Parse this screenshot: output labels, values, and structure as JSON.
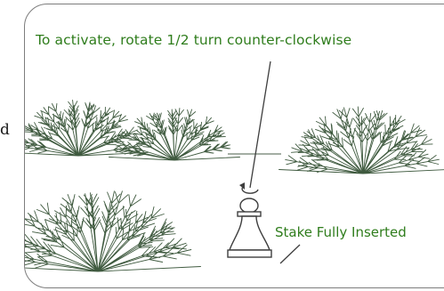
{
  "side_text": "d",
  "labels": {
    "activate": "To activate, rotate 1/2 turn counter-clockwise",
    "stake": "Stake Fully Inserted"
  },
  "icons": {
    "rotate_arrow": "counter-clockwise-arrow-icon",
    "stake": "stake-icon"
  },
  "colors": {
    "label_text": "#2f7d1c",
    "line_art": "#3f5a3f",
    "panel_border": "#7d7d7d"
  }
}
